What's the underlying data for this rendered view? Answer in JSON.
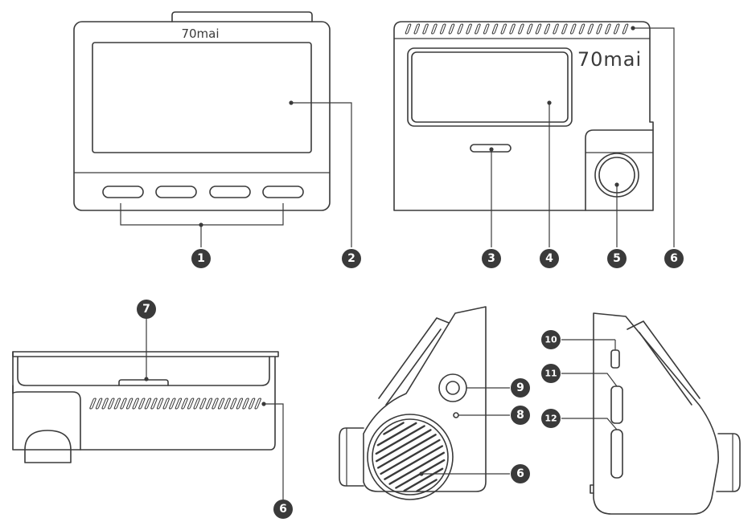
{
  "brand": "70mai",
  "callouts": {
    "c1": "1",
    "c2": "2",
    "c3": "3",
    "c4": "4",
    "c5": "5",
    "c6": "6",
    "c7": "7",
    "c8": "8",
    "c9": "9",
    "c10": "10",
    "c11": "11",
    "c12": "12"
  },
  "colors": {
    "line": "#3a3a3a",
    "badge_fill": "#3a3a3a",
    "badge_text": "#ffffff",
    "background": "#ffffff"
  }
}
